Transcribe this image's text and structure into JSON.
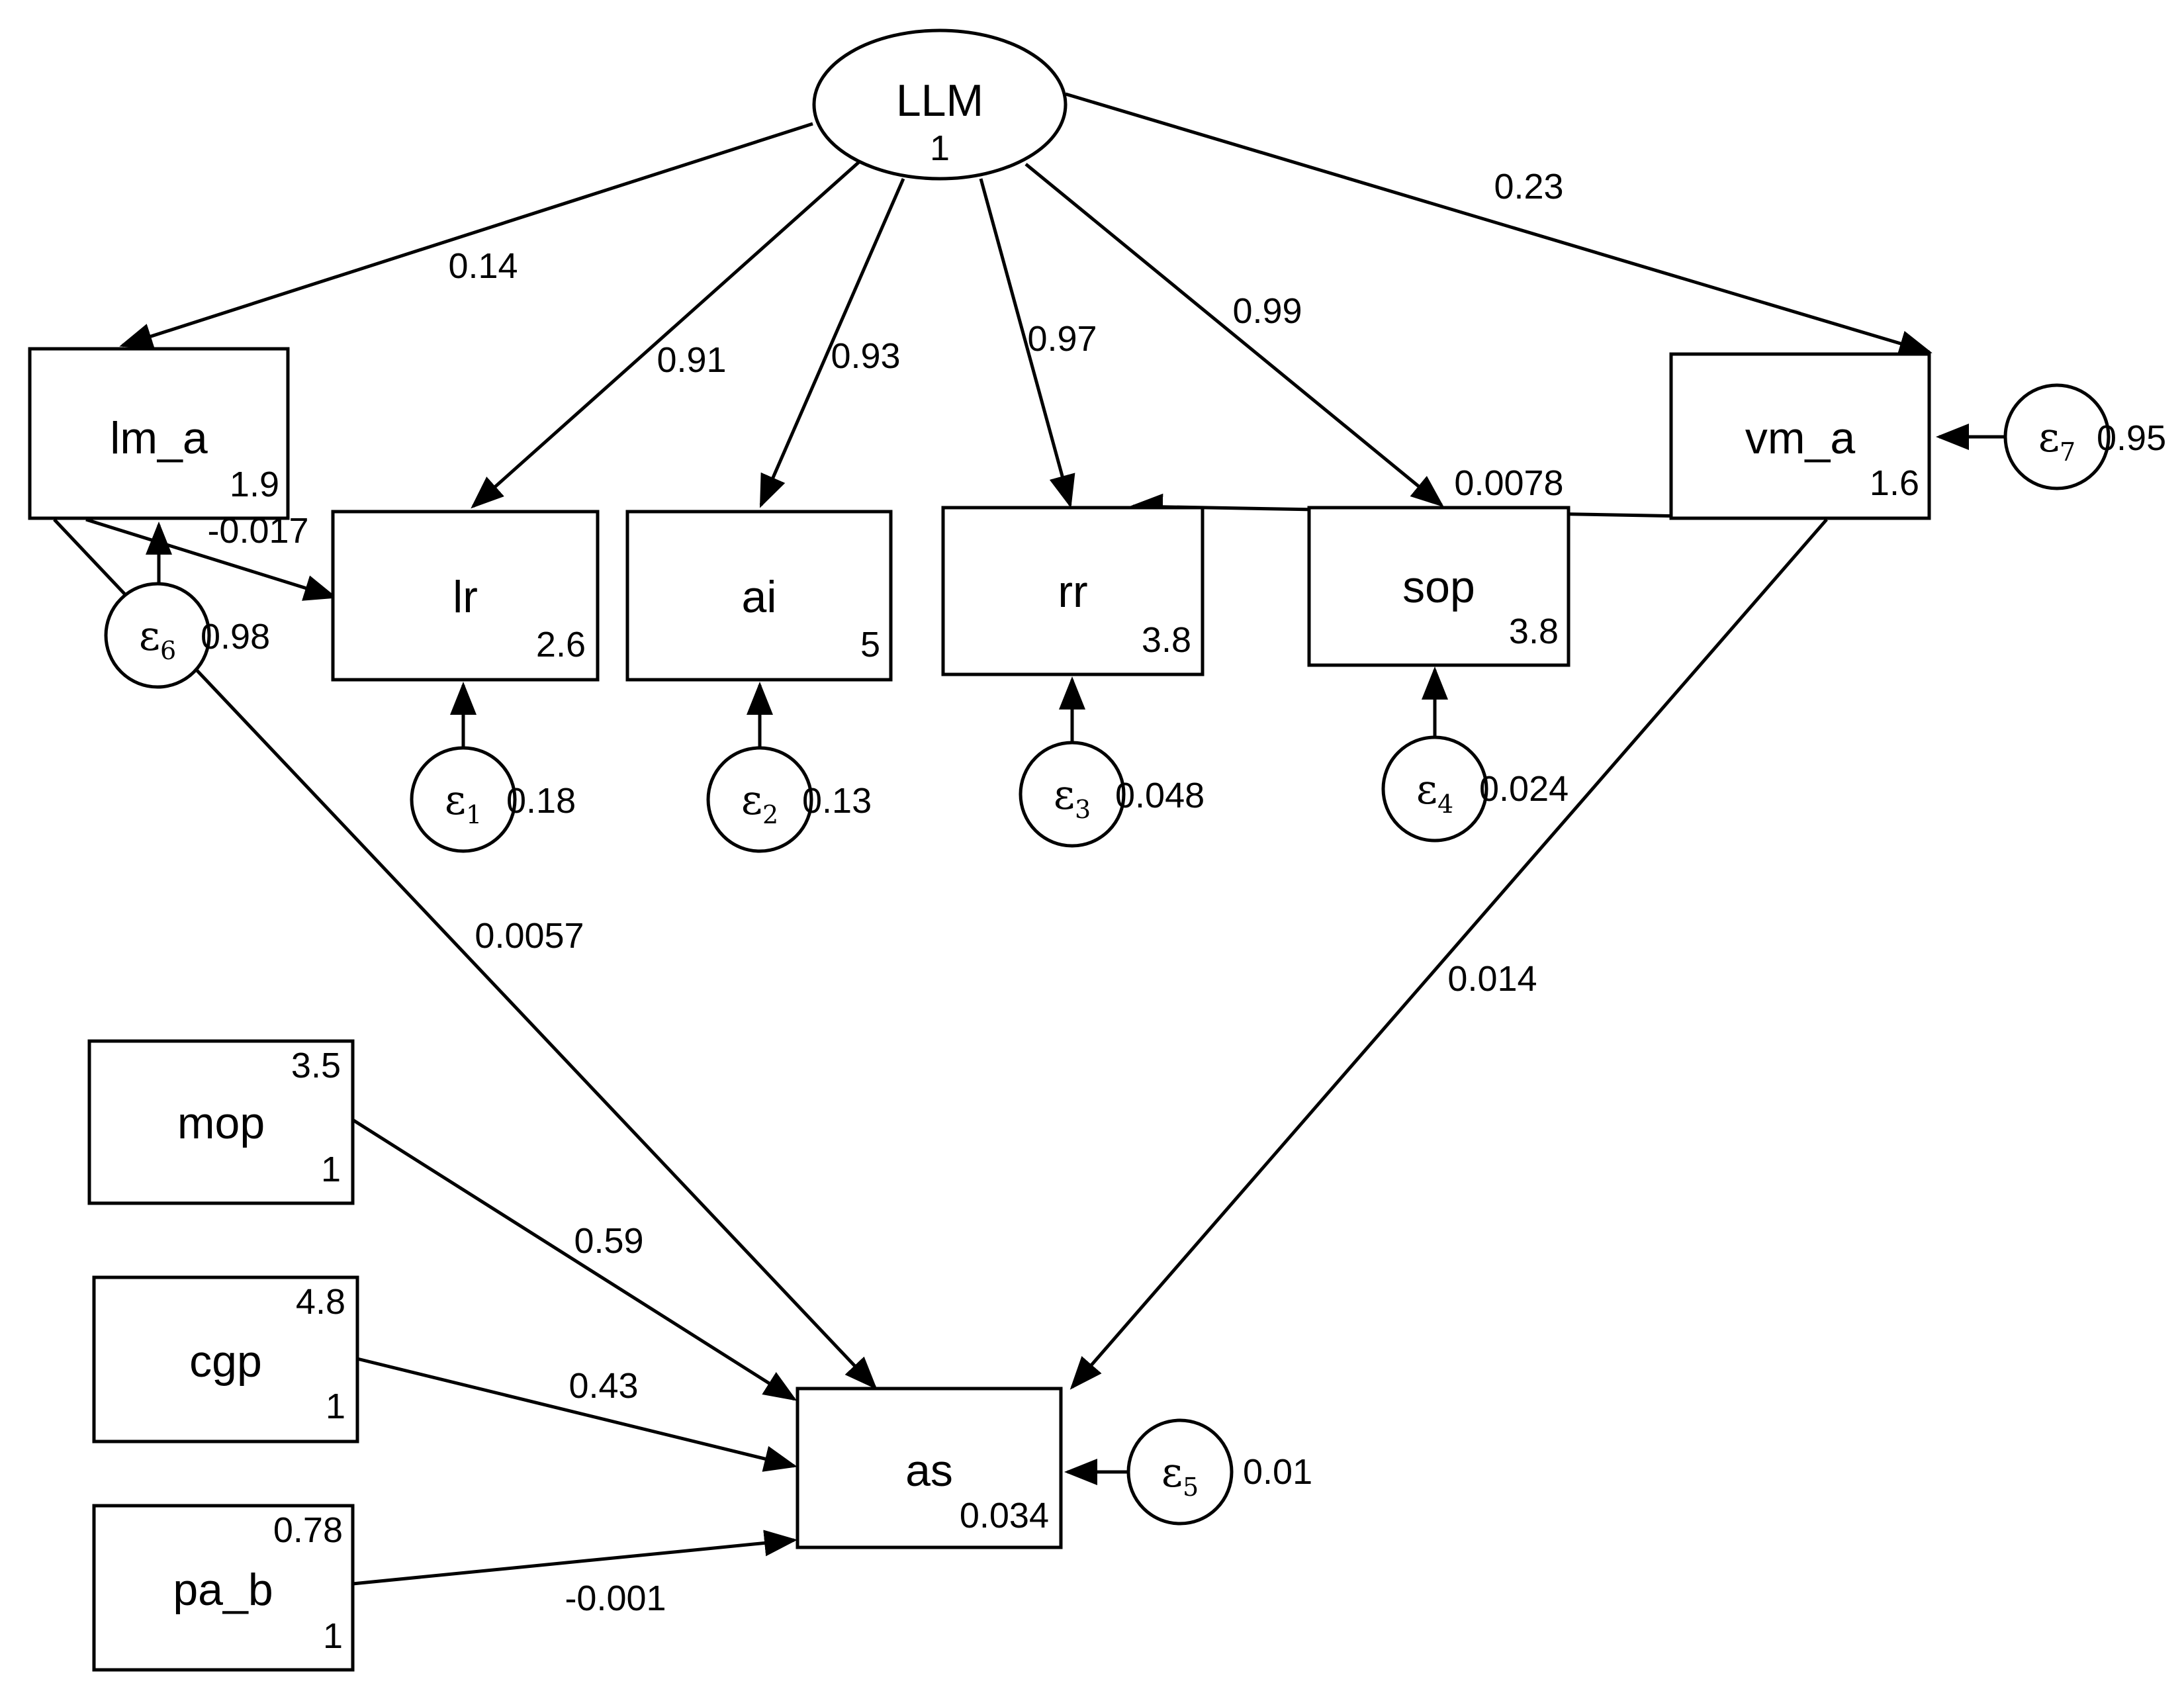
{
  "latent": {
    "name": "LLM",
    "variance": "1"
  },
  "observed": [
    {
      "id": "lm_a",
      "name": "lm_a",
      "intercept": "1.9"
    },
    {
      "id": "lr",
      "name": "lr",
      "intercept": "2.6"
    },
    {
      "id": "ai",
      "name": "ai",
      "intercept": "5"
    },
    {
      "id": "rr",
      "name": "rr",
      "intercept": "3.8"
    },
    {
      "id": "sop",
      "name": "sop",
      "intercept": "3.8"
    },
    {
      "id": "vm_a",
      "name": "vm_a",
      "intercept": "1.6"
    },
    {
      "id": "as",
      "name": "as",
      "intercept": "0.034"
    }
  ],
  "exogenous": [
    {
      "id": "mop",
      "name": "mop",
      "mean": "3.5",
      "variance": "1"
    },
    {
      "id": "cgp",
      "name": "cgp",
      "mean": "4.8",
      "variance": "1"
    },
    {
      "id": "pa_b",
      "name": "pa_b",
      "mean": "0.78",
      "variance": "1"
    }
  ],
  "errors": [
    {
      "id": "e1",
      "symbol": "ε",
      "index": "1",
      "variance": "0.18"
    },
    {
      "id": "e2",
      "symbol": "ε",
      "index": "2",
      "variance": "0.13"
    },
    {
      "id": "e3",
      "symbol": "ε",
      "index": "3",
      "variance": "0.048"
    },
    {
      "id": "e4",
      "symbol": "ε",
      "index": "4",
      "variance": "0.024"
    },
    {
      "id": "e5",
      "symbol": "ε",
      "index": "5",
      "variance": "0.01"
    },
    {
      "id": "e6",
      "symbol": "ε",
      "index": "6",
      "variance": "0.98"
    },
    {
      "id": "e7",
      "symbol": "ε",
      "index": "7",
      "variance": "0.95"
    }
  ],
  "paths": [
    {
      "from": "LLM",
      "to": "lm_a",
      "coef": "0.14"
    },
    {
      "from": "LLM",
      "to": "lr",
      "coef": "0.91"
    },
    {
      "from": "LLM",
      "to": "ai",
      "coef": "0.93"
    },
    {
      "from": "LLM",
      "to": "rr",
      "coef": "0.97"
    },
    {
      "from": "LLM",
      "to": "sop",
      "coef": "0.99"
    },
    {
      "from": "LLM",
      "to": "vm_a",
      "coef": "0.23"
    },
    {
      "from": "lm_a",
      "to": "lr",
      "coef": "-0.017"
    },
    {
      "from": "vm_a",
      "to": "rr",
      "coef": "0.0078"
    },
    {
      "from": "lm_a",
      "to": "as",
      "coef": "0.0057"
    },
    {
      "from": "vm_a",
      "to": "as",
      "coef": "0.014"
    },
    {
      "from": "mop",
      "to": "as",
      "coef": "0.59"
    },
    {
      "from": "cgp",
      "to": "as",
      "coef": "0.43"
    },
    {
      "from": "pa_b",
      "to": "as",
      "coef": "-0.001"
    }
  ]
}
